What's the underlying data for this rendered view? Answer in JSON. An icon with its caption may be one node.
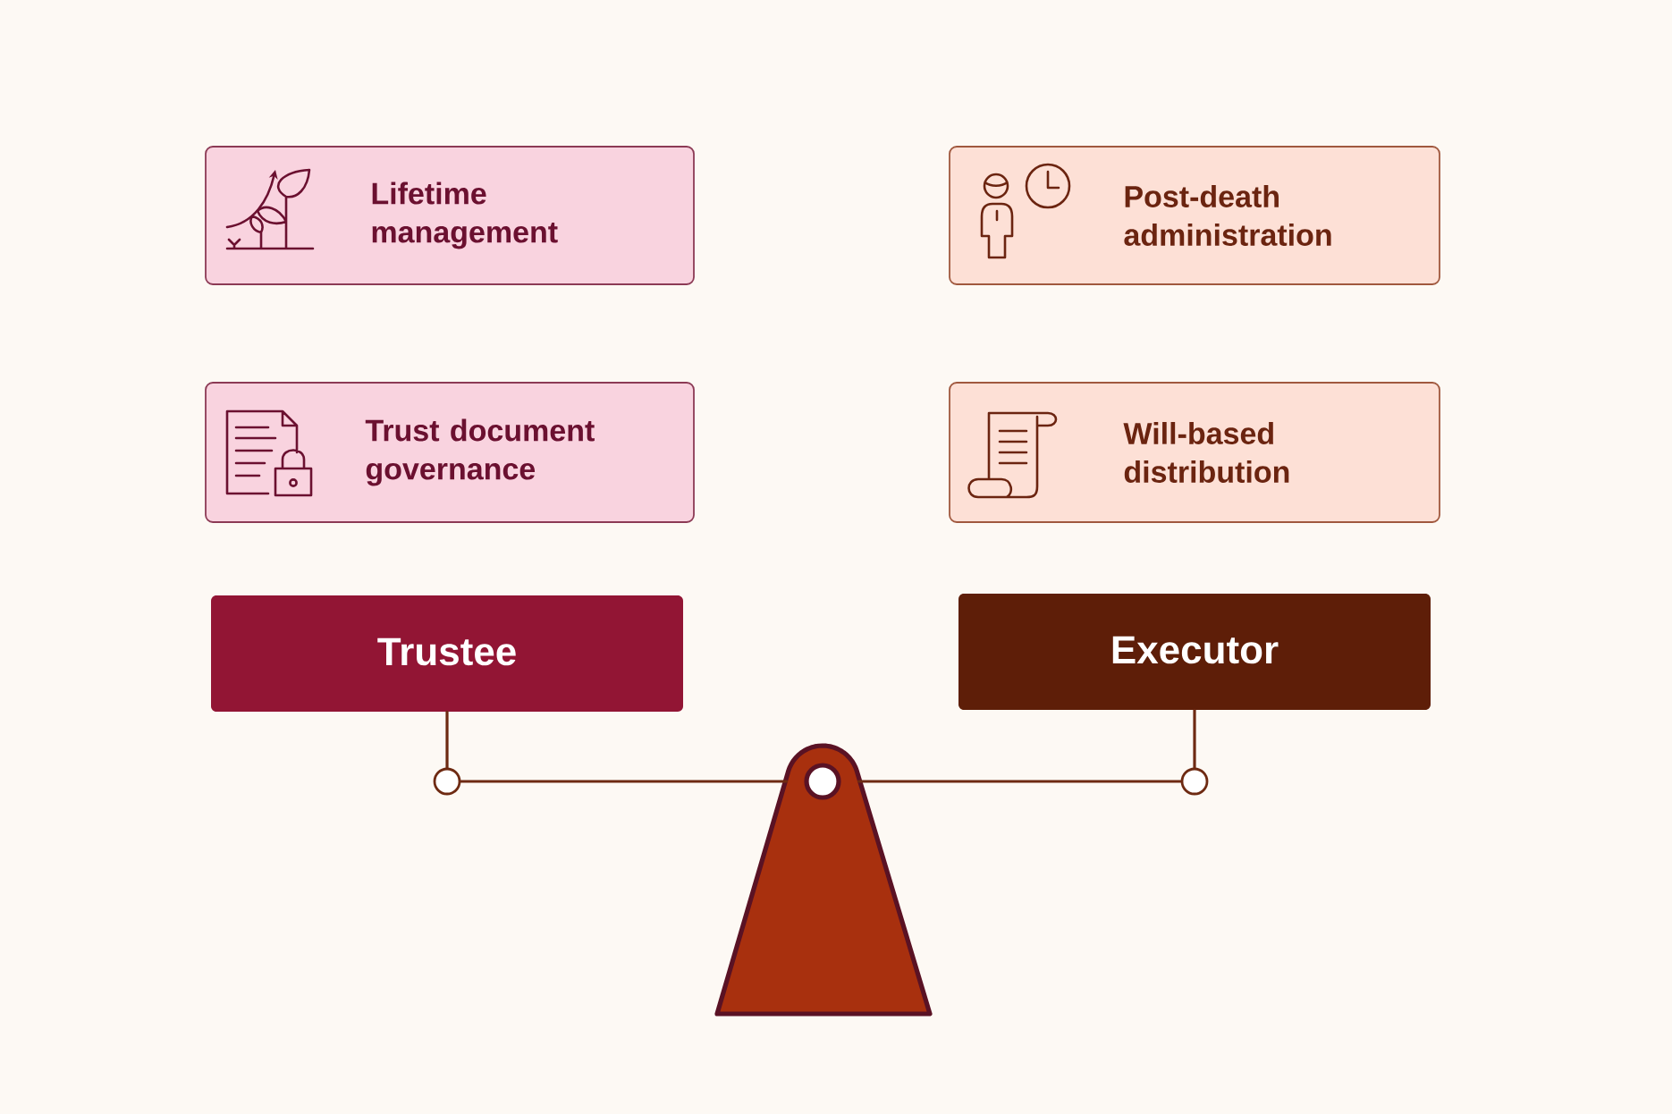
{
  "diagram": {
    "nodes": [
      {
        "text": [
          "Lifetime management"
        ]
      },
      {
        "text": [
          "Post-death administration"
        ]
      },
      {
        "text": [
          "Trust document governance"
        ]
      },
      {
        "text": [
          "Will-based distribution"
        ]
      },
      {
        "text": [
          "Trustee"
        ]
      },
      {
        "text": [
          "Executor"
        ]
      },
      {
        "text": [],
        "shape": "circle"
      },
      {
        "text": [],
        "shape": "circle"
      },
      {
        "text": [],
        "shape": "triangle"
      }
    ],
    "edges": [
      {
        "from": 4,
        "to": 6,
        "arrow": "none"
      },
      {
        "from": 5,
        "to": 7,
        "arrow": "none"
      },
      {
        "from": 6,
        "to": 8,
        "arrow": "none"
      },
      {
        "from": 8,
        "to": 7,
        "arrow": "none"
      }
    ]
  }
}
